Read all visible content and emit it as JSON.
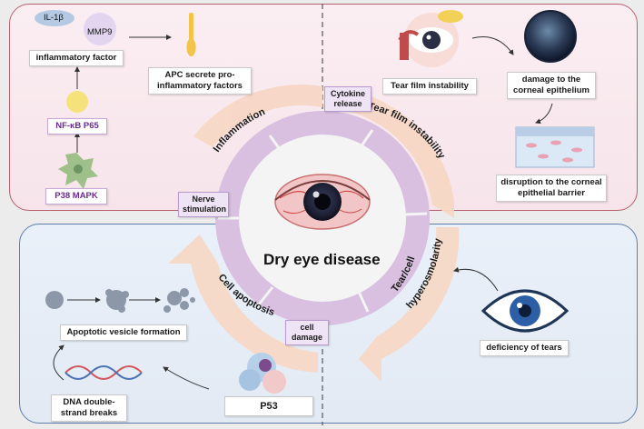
{
  "center": {
    "title": "Dry eye disease"
  },
  "ring_sections": {
    "inflammation": "Inflammation",
    "tear_film_instability": "Tear film instability",
    "tear_hyperosmolarity_1": "Tear/cell",
    "tear_hyperosmolarity_2": "hyperosmolarity",
    "cell_apoptosis": "Cell apoptosis"
  },
  "ring_labels": {
    "cytokine_release": "Cytokine release",
    "nerve_stimulation": "Nerve stimulation",
    "cell_damage": "cell damage"
  },
  "inflammation_panel": {
    "il1b": "IL-1β",
    "mmp9": "MMP9",
    "inflammatory_factor": "inflammatory factor",
    "apc": "APC secrete pro-inflammatory factors",
    "nfkb": "NF-κB P65",
    "p38": "P38 MAPK"
  },
  "tear_film_panel": {
    "tear_film_instability": "Tear film instability",
    "damage_epithelium": "damage to the corneal epithelium",
    "disruption_barrier": "disruption to the corneal epithelial barrier"
  },
  "hyperosmolarity_panel": {
    "deficiency_of_tears": "deficiency of tears"
  },
  "apoptosis_panel": {
    "apoptotic_vesicle": "Apoptotic vesicle formation",
    "dna_breaks": "DNA double-strand breaks",
    "p53": "P53"
  },
  "colors": {
    "top_border": "#b8606e",
    "bottom_border": "#5d7fae",
    "ring": "#cda9d6",
    "outer_arrow": "#f6d6c4",
    "purple_text": "#6b2a8f"
  }
}
